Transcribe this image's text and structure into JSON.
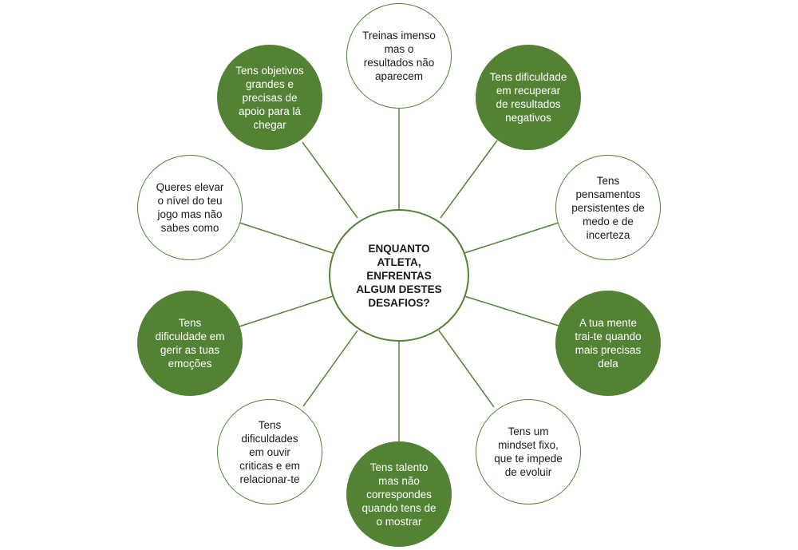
{
  "colors": {
    "accent": "#548235",
    "outline_fill": "#ffffff",
    "text_dark": "#1a1a1a",
    "text_light": "#ffffff"
  },
  "center": {
    "label": "ENQUANTO ATLETA, ENFRENTAS ALGUM DESTES DESAFIOS?"
  },
  "nodes": [
    {
      "label": "Treinas imenso mas o resultados não aparecem",
      "style": "outline"
    },
    {
      "label": "Tens dificuldade em recuperar de resultados negativos",
      "style": "filled"
    },
    {
      "label": "Tens pensamentos persistentes de medo e de incerteza",
      "style": "outline"
    },
    {
      "label": "A tua mente trai-te quando mais precisas dela",
      "style": "filled"
    },
    {
      "label": "Tens um mindset fixo, que te impede de evoluir",
      "style": "outline"
    },
    {
      "label": "Tens talento mas não correspondes quando tens de o mostrar",
      "style": "filled"
    },
    {
      "label": "Tens dificuldades em ouvir criticas e em relacionar-te",
      "style": "outline"
    },
    {
      "label": "Tens dificuldade em gerir as tuas emoções",
      "style": "filled"
    },
    {
      "label": "Queres elevar o nível do teu jogo mas não sabes como",
      "style": "outline"
    },
    {
      "label": "Tens objetivos grandes e precisas de apoio para lá chegar",
      "style": "filled"
    }
  ]
}
